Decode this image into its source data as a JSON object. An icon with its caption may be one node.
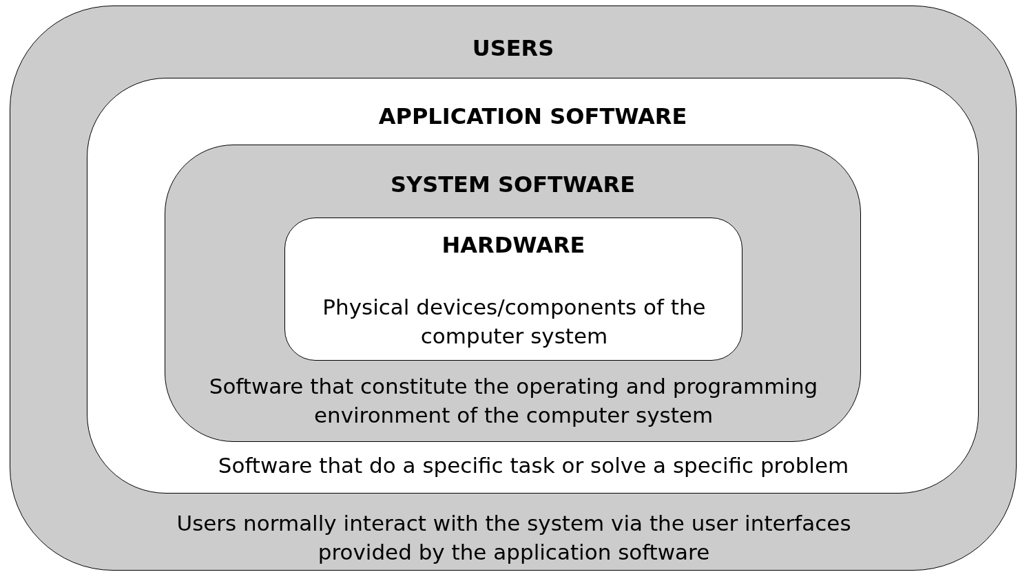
{
  "diagram": {
    "nodes": [
      {
        "text": [
          "USERS",
          "Users normally interact with the system via the user interfaces provided by the application software"
        ]
      },
      {
        "text": [
          "APPLICATION SOFTWARE",
          "Software that do a specific task or solve a specific problem"
        ],
        "in": 0
      },
      {
        "text": [
          "SYSTEM SOFTWARE",
          "Software that constitute the operating and programming environment of the computer system"
        ],
        "in": 1
      },
      {
        "text": [
          "HARDWARE",
          "Physical devices/components of the computer system"
        ],
        "in": 2
      }
    ]
  }
}
